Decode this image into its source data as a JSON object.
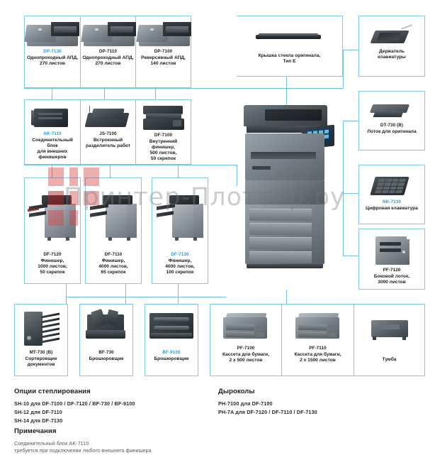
{
  "watermark": {
    "text": "Принтер-Плоттер.ру"
  },
  "products": {
    "dp7130": {
      "model": "DP-7130",
      "highlight": true,
      "caption": "Однопроходный АПД,\n270 листов"
    },
    "dp7110": {
      "model": "DP-7110",
      "highlight": false,
      "caption": "Однопроходный АПД,\n270 листов"
    },
    "dp7100": {
      "model": "DP-7100",
      "highlight": false,
      "caption": "Реверсивный АПД,\n140 листов"
    },
    "platen": {
      "model": "",
      "highlight": false,
      "caption": "Крышка стекла оригинала,\nТип E"
    },
    "keyboard_holder": {
      "model": "",
      "highlight": false,
      "caption": "Держатель\nклавиатуры"
    },
    "ak7110": {
      "model": "AK-7110",
      "highlight": true,
      "caption": "Соединительный блок\nдля внешних финишеров"
    },
    "js7100": {
      "model": "JS-7100",
      "highlight": false,
      "caption": "Встроенный\nразделитель работ"
    },
    "df7100": {
      "model": "DF-7100",
      "highlight": false,
      "caption": "Внутренний финишер,\n500 листов,\n50 скрепок"
    },
    "dt730": {
      "model": "DT-730 (B)",
      "highlight": false,
      "caption": "Лоток для оригинала"
    },
    "nk7130": {
      "model": "NK-7130",
      "highlight": true,
      "caption": "Цифровая клавиатура"
    },
    "df7120": {
      "model": "DF-7120",
      "highlight": false,
      "caption": "Финишер,\n1000 листов,\n50 скрепок"
    },
    "df7110": {
      "model": "DF-7110",
      "highlight": false,
      "caption": "Финишер,\n4000 листов,\n65 скрепок"
    },
    "df7130": {
      "model": "DF-7130",
      "highlight": true,
      "caption": "Финишер,\n4000 листов,\n100 скрепок"
    },
    "pf7120": {
      "model": "PF-7120",
      "highlight": false,
      "caption": "Боковой лоток,\n3000 листов"
    },
    "mt730": {
      "model": "MT-730 (B)",
      "highlight": false,
      "caption": "Сортировщик\nдокументов"
    },
    "bf730": {
      "model": "BF-730",
      "highlight": false,
      "caption": "Брошюровщик"
    },
    "bf9100": {
      "model": "BF-9100",
      "highlight": true,
      "caption": "Брошюровщик"
    },
    "pf7100": {
      "model": "PF-7100",
      "highlight": false,
      "caption": "Кассета для бумаги,\n2 x 500 листов"
    },
    "pf7110": {
      "model": "PF-7110",
      "highlight": false,
      "caption": "Кассета для бумаги,\n2 x 1500 листов"
    },
    "tumba": {
      "model": "",
      "highlight": false,
      "caption": "Тумба"
    }
  },
  "sections": {
    "stapling": {
      "title": "Опции степлирования",
      "lines": [
        "SH-10 для DF-7100 / DF-7120 / BF-730 / BF-9100",
        "SH-12 для DF-7110",
        "SH-14 для DF-7130"
      ]
    },
    "punch": {
      "title": "Дыроколы",
      "lines": [
        "PH-7100 для DF-7100",
        "PH-7A для DF-7120 / DF-7110 / DF-7130"
      ]
    },
    "notes": {
      "title": "Примечания",
      "lines": [
        "Соединительный блок AK-7110",
        "требуется при подключении любого внешнего финишера"
      ]
    }
  },
  "colors": {
    "highlight": "#1a9fe0",
    "connector": "#6ec1e4",
    "card_border": "#7fc8e8",
    "background": "#ffffff"
  }
}
